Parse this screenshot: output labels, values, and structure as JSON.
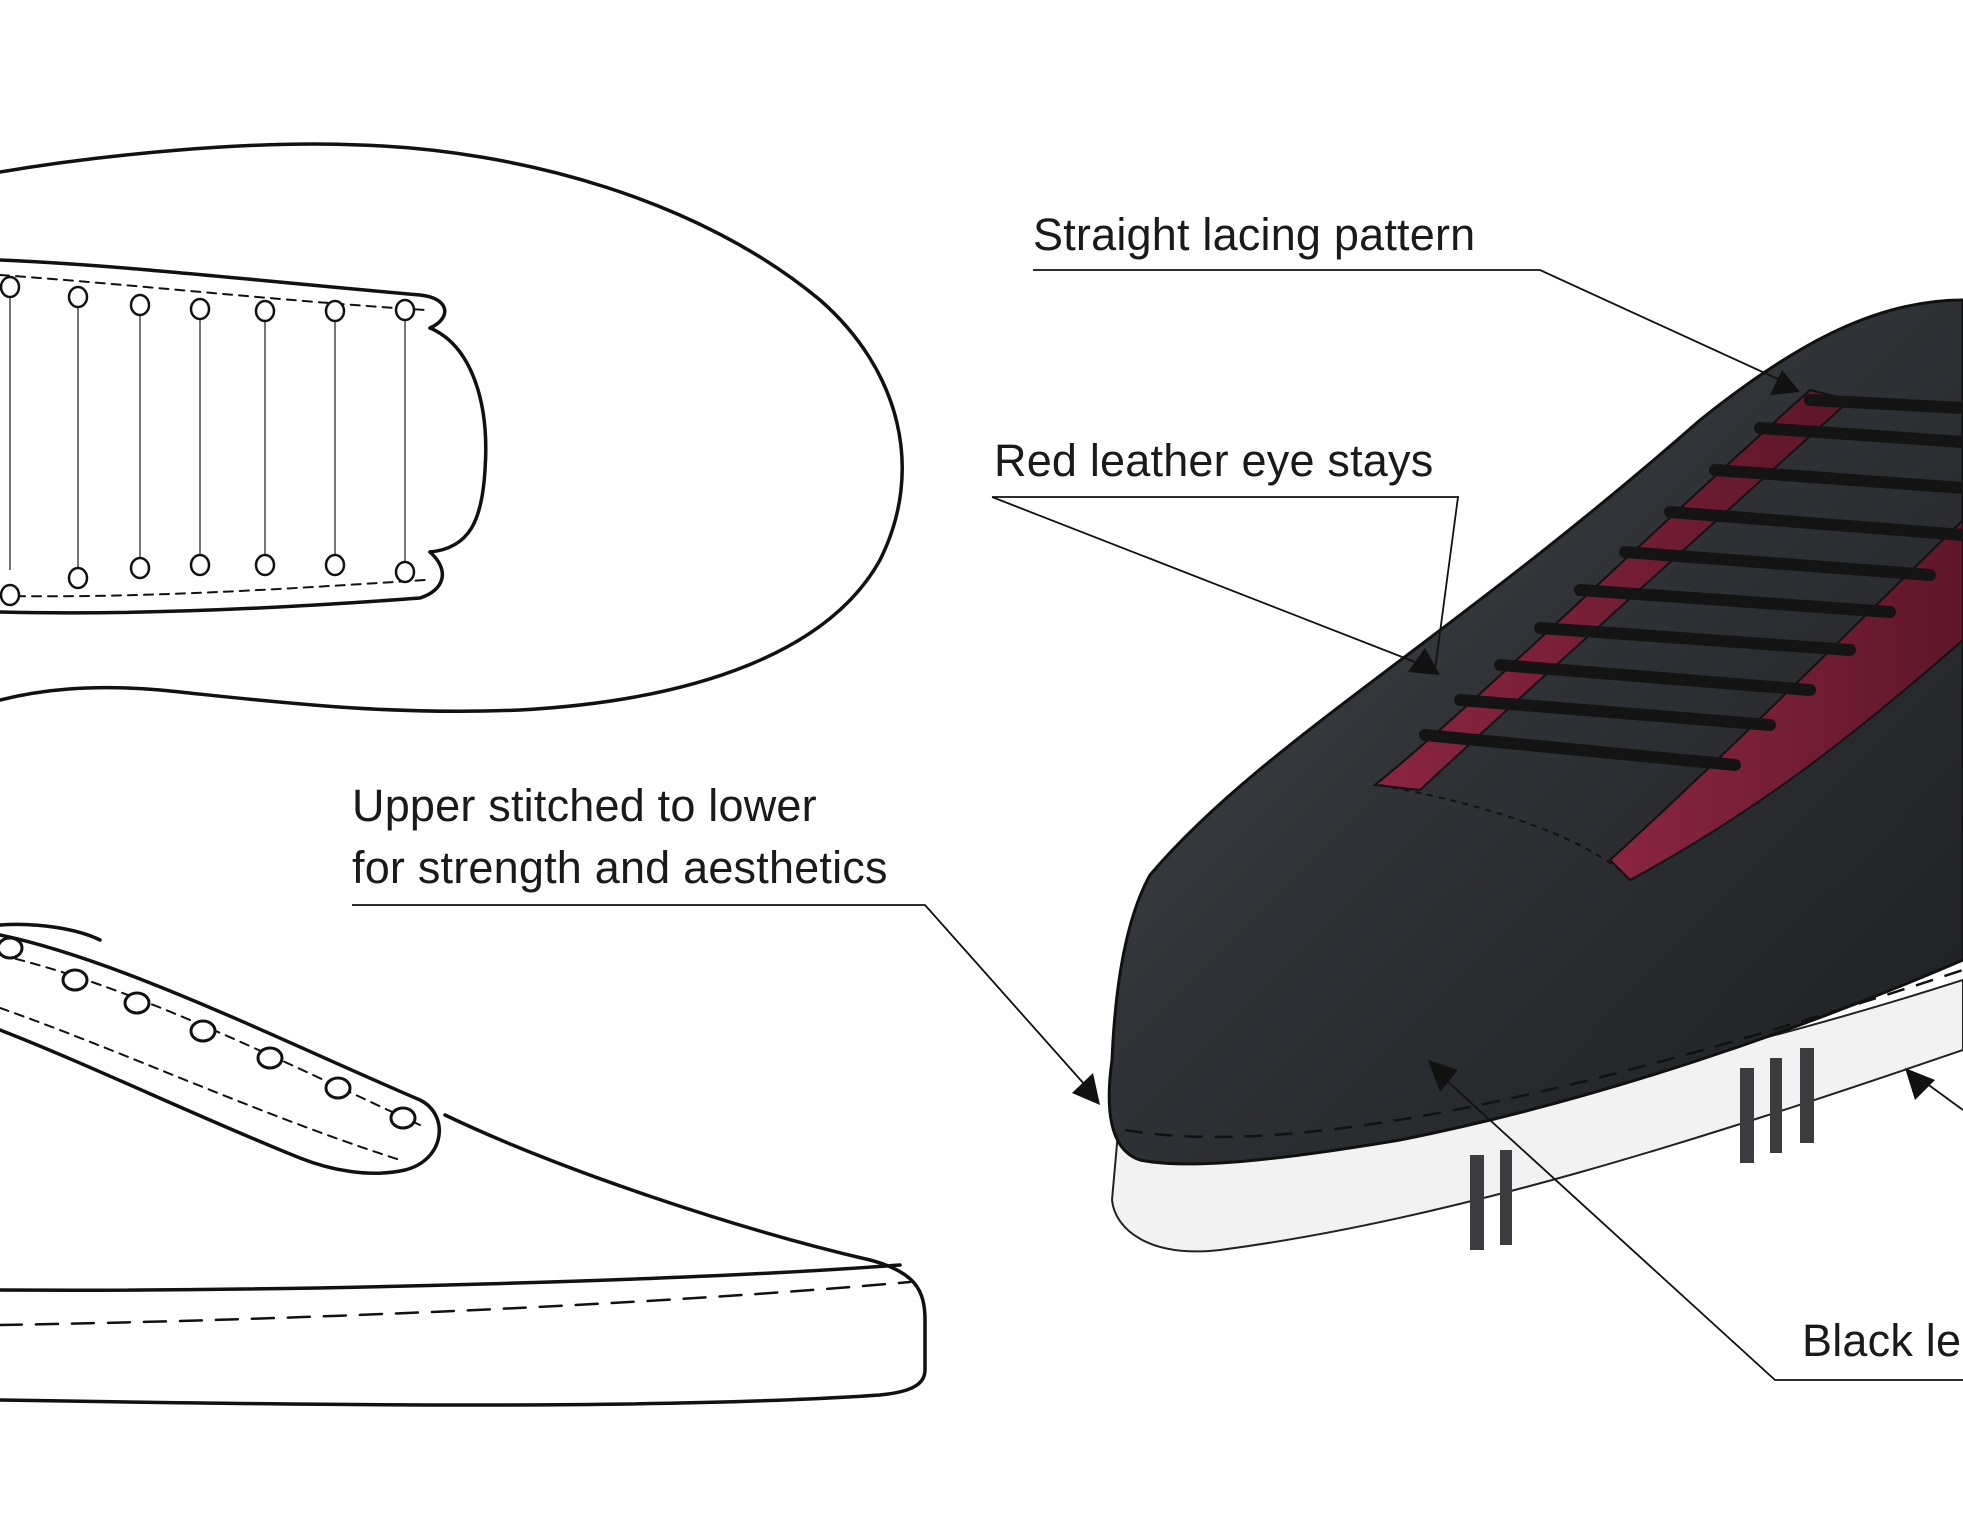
{
  "annotations": {
    "lacing": "Straight lacing pattern",
    "eye_stays": "Red leather eye stays",
    "stitch_line1": "Upper stitched to lower",
    "stitch_line2": "for strength and aesthetics",
    "leather": "Black le"
  },
  "colors": {
    "ink": "#111111",
    "leather_black": "#2b2d30",
    "leather_red": "#7a1f35",
    "sole_white": "#f2f2f2"
  },
  "icons": [
    "arrowhead-icon"
  ]
}
